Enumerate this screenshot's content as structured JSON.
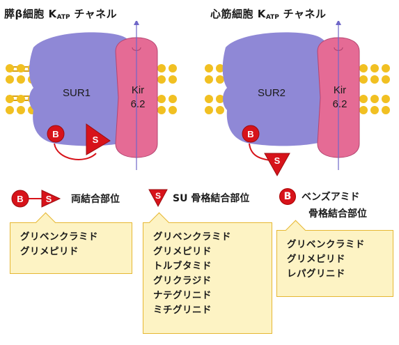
{
  "colors": {
    "sur": "#8f88d6",
    "kir": "#e56b95",
    "lipid_head": "#f1c022",
    "red_marker": "#d7131a",
    "box_fill": "#fdf3c4",
    "box_border": "#e6b732"
  },
  "panels": [
    {
      "title_main": "膵β細胞 K",
      "title_sub": "ATP",
      "title_tail": " チャネル",
      "sur_label": "SUR1",
      "kir_label_1": "Kir",
      "kir_label_2": "6.2",
      "marker_b": "B",
      "marker_s": "S"
    },
    {
      "title_main": "心筋細胞 K",
      "title_sub": "ATP",
      "title_tail": " チャネル",
      "sur_label": "SUR2",
      "kir_label_1": "Kir",
      "kir_label_2": "6.2",
      "marker_b": "B",
      "marker_s": "S"
    }
  ],
  "legend": {
    "both": {
      "marker_b": "B",
      "marker_s": "S",
      "label": "両結合部位",
      "drugs": [
        "グリベンクラミド",
        "グリメピリド"
      ]
    },
    "su": {
      "marker_s": "S",
      "label": "SU 骨格結合部位",
      "drugs": [
        "グリベンクラミド",
        "グリメピリド",
        "トルブタミド",
        "グリクラジド",
        "ナテグリニド",
        "ミチグリニド"
      ]
    },
    "benz": {
      "marker_b": "B",
      "label_1": "ベンズアミド",
      "label_2": "骨格結合部位",
      "drugs": [
        "グリベンクラミド",
        "グリメピリド",
        "レパグリニド"
      ]
    }
  }
}
